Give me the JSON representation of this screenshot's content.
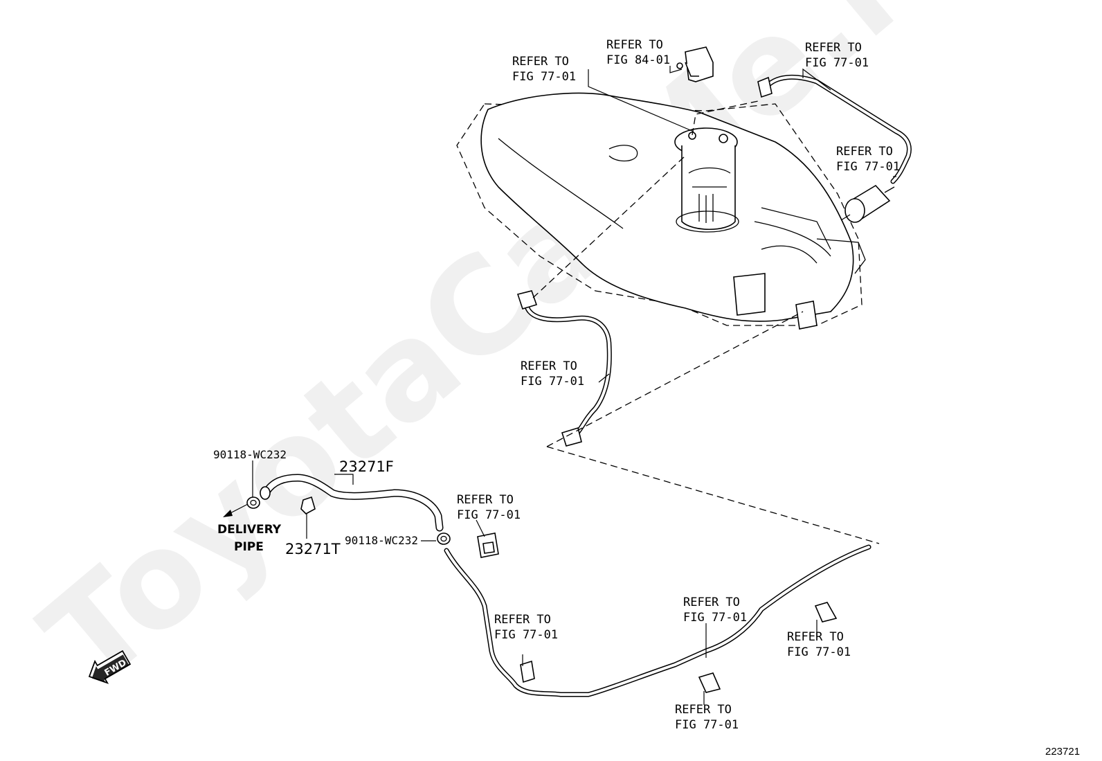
{
  "watermark": "ToyotaCarMe.ru",
  "figure_number": "223721",
  "parts": {
    "p90118_top": "90118-WC232",
    "p90118_mid": "90118-WC232",
    "p23271F": "23271F",
    "p23271T": "23271T"
  },
  "delivery_pipe": {
    "line1": "DELIVERY",
    "line2": "PIPE"
  },
  "fwd": "FWD",
  "refs": [
    {
      "line1": "REFER TO",
      "line2": "FIG 77-01"
    },
    {
      "line1": "REFER TO",
      "line2": "FIG 84-01"
    },
    {
      "line1": "REFER TO",
      "line2": "FIG 77-01"
    },
    {
      "line1": "REFER TO",
      "line2": "FIG 77-01"
    },
    {
      "line1": "REFER TO",
      "line2": "FIG 77-01"
    },
    {
      "line1": "REFER TO",
      "line2": "FIG 77-01"
    },
    {
      "line1": "REFER TO",
      "line2": "FIG 77-01"
    },
    {
      "line1": "REFER TO",
      "line2": "FIG 77-01"
    },
    {
      "line1": "REFER TO",
      "line2": "FIG 77-01"
    },
    {
      "line1": "REFER TO",
      "line2": "FIG 77-01"
    }
  ]
}
